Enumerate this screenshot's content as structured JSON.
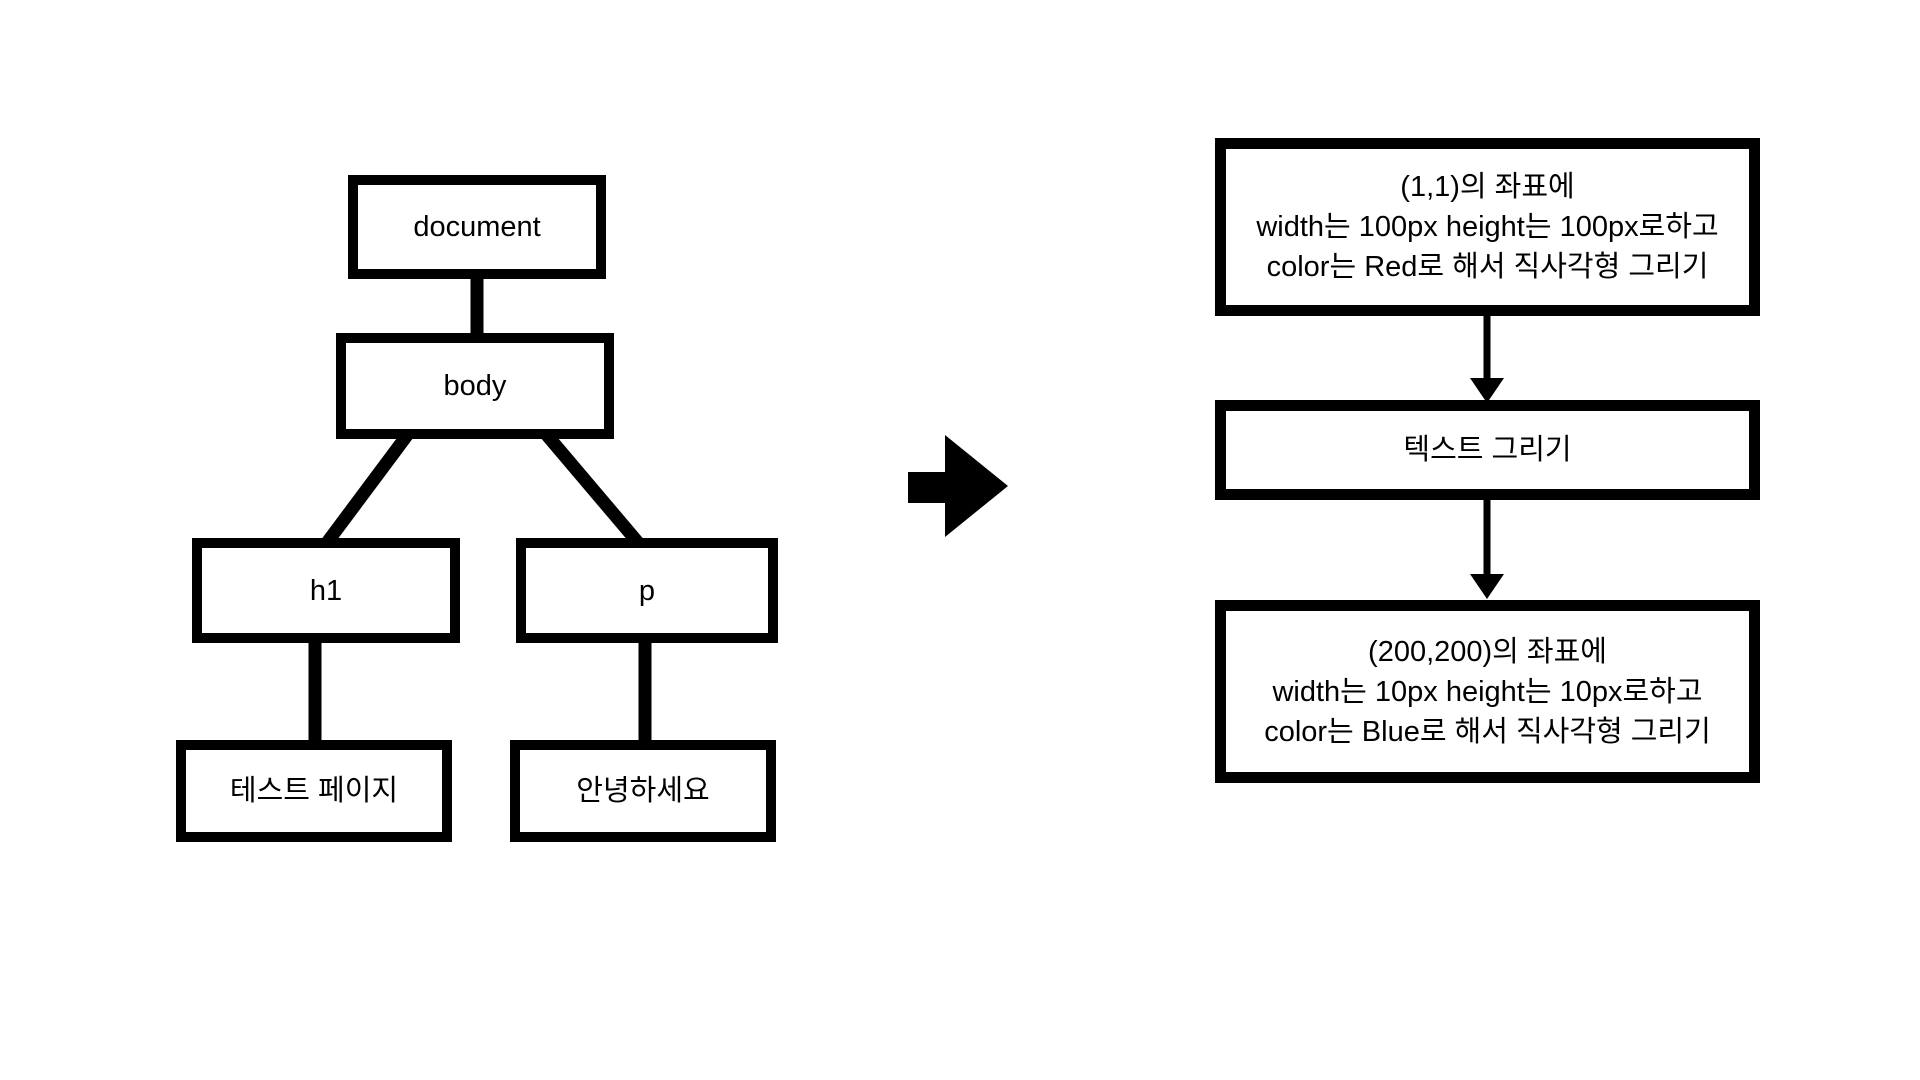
{
  "dom_tree": {
    "nodes": [
      {
        "label": "document"
      },
      {
        "label": "body"
      },
      {
        "label": "h1"
      },
      {
        "label": "p"
      },
      {
        "label": "테스트 페이지"
      },
      {
        "label": "안녕하세요"
      }
    ],
    "edges": [
      "document-body",
      "body-h1",
      "body-p",
      "h1-테스트 페이지",
      "p-안녕하세요"
    ]
  },
  "transform": {
    "arrow_icon": "right-arrow"
  },
  "flowchart": {
    "steps": [
      {
        "lines": [
          "(1,1)의 좌표에",
          "width는 100px height는 100px로하고",
          "color는 Red로 해서 직사각형 그리기"
        ]
      },
      {
        "lines": [
          "텍스트 그리기"
        ]
      },
      {
        "lines": [
          "(200,200)의 좌표에",
          "width는 10px height는 10px로하고",
          "color는 Blue로 해서 직사각형 그리기"
        ]
      }
    ],
    "connector_icon": "down-arrow"
  },
  "colors": {
    "ink": "#000000",
    "background": "#ffffff"
  }
}
